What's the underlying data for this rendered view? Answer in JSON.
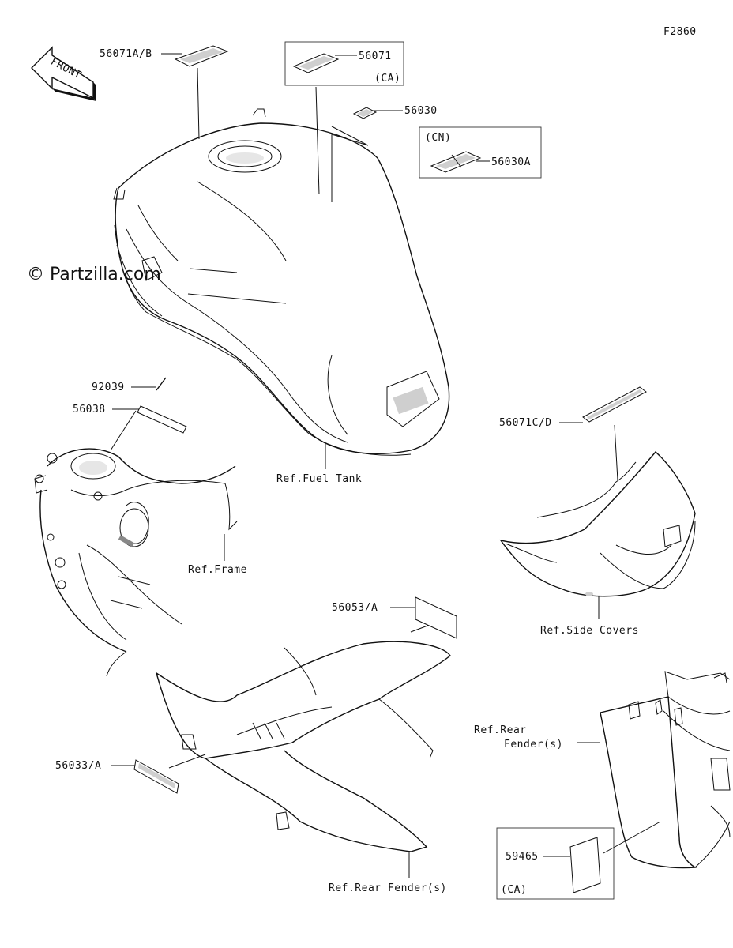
{
  "figure_id": "F2860",
  "watermark": "© Partzilla.com",
  "front_arrow": "FRONT",
  "parts": [
    {
      "id": "p-56071AB",
      "label": "56071A/B"
    },
    {
      "id": "p-56071",
      "label": "56071"
    },
    {
      "id": "p-56071-ca",
      "label": "(CA)"
    },
    {
      "id": "p-56030",
      "label": "56030"
    },
    {
      "id": "p-cn",
      "label": "(CN)"
    },
    {
      "id": "p-56030A",
      "label": "56030A"
    },
    {
      "id": "p-92039",
      "label": "92039"
    },
    {
      "id": "p-56038",
      "label": "56038"
    },
    {
      "id": "p-56071CD",
      "label": "56071C/D"
    },
    {
      "id": "p-56053A",
      "label": "56053/A"
    },
    {
      "id": "p-56033A",
      "label": "56033/A"
    },
    {
      "id": "p-59465",
      "label": "59465"
    },
    {
      "id": "p-59465-ca",
      "label": "(CA)"
    }
  ],
  "refs": {
    "fuel_tank": "Ref.Fuel Tank",
    "frame": "Ref.Frame",
    "side_covers": "Ref.Side Covers",
    "rear_fender_left": "Ref.Rear Fender(s)",
    "rear_fender_right_1": "Ref.Rear",
    "rear_fender_right_2": "Fender(s)"
  }
}
